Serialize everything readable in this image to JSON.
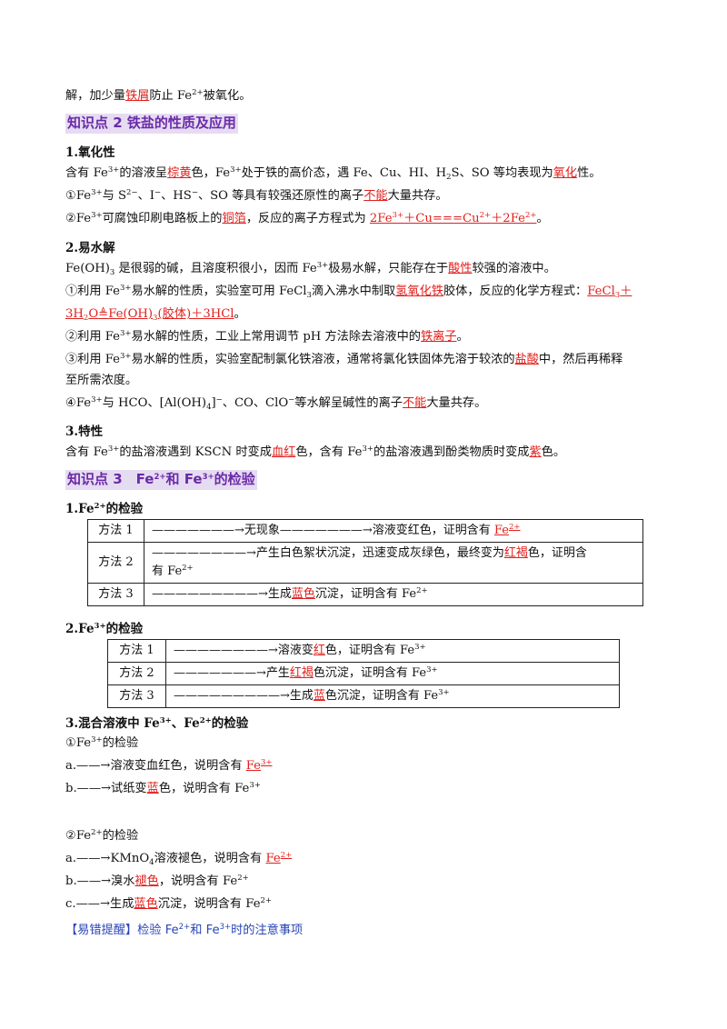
{
  "l_intro": {
    "a": "解，加少量",
    "b": "铁屑",
    "c": "防止 Fe",
    "d": "2+",
    "e": "被氧化。"
  },
  "kp2": {
    "title": "知识点 2 铁盐的性质及应用"
  },
  "s1": {
    "h": "1.氧化性",
    "p1": {
      "a": "含有 Fe",
      "b": "3+",
      "c": "的溶液呈",
      "d": "棕黄",
      "e": "色，Fe",
      "f": "3+",
      "g": "处于铁的高价态，遇 Fe、Cu、HI、H",
      "h": "2",
      "i": "S、SO 等均表现为",
      "j": "氧化",
      "k": "性。"
    },
    "p2": {
      "a": "①Fe",
      "b": "3+",
      "c": "与 S",
      "d": "2−",
      "e": "、I",
      "f": "−",
      "g": "、HS",
      "h": "−",
      "i": "、SO 等具有较强还原性的离子",
      "j": "不能",
      "k": "大量共存。"
    },
    "p3": {
      "a": "②Fe",
      "b": "3+",
      "c": "可腐蚀印刷电路板上的",
      "d": "铜箔",
      "e": "，反应的离子方程式为 ",
      "f1": "2Fe",
      "f2": "3+",
      "f3": "＋Cu===Cu",
      "f4": "2+",
      "f5": "＋2Fe",
      "f6": "2+",
      "g": "。"
    }
  },
  "s2": {
    "h": "2.易水解",
    "p1": {
      "a": "Fe(OH)",
      "b": "3",
      "c": " 是很弱的碱，且溶度积很小，因而 Fe",
      "d": "3+",
      "e": "极易水解，只能存在于",
      "f": "酸性",
      "g": "较强的溶液中。"
    },
    "p2": {
      "a": "①利用 Fe",
      "b": "3+",
      "c": "易水解的性质，实验室可用 FeCl",
      "d": "3",
      "e": "滴入沸水中制取",
      "f": "氢氧化铁",
      "g": "胶体，反应的化学方程式：",
      "h1": "FeCl",
      "h2": "3",
      "h3": "＋"
    },
    "p2b": {
      "a": "3H",
      "b": "2",
      "c": "O",
      "d": "≜",
      "e": "Fe(OH)",
      "f": "3",
      "g": "(胶体)＋3HCl",
      "h": "。"
    },
    "p3": {
      "a": "②利用 Fe",
      "b": "3+",
      "c": "易水解的性质，工业上常用调节 pH 方法除去溶液中的",
      "d": "铁离子",
      "e": "。"
    },
    "p4": {
      "a": "③利用 Fe",
      "b": "3+",
      "c": "易水解的性质，实验室配制氯化铁溶液，通常将氯化铁固体先溶于较浓的",
      "d": "盐酸",
      "e": "中，然后再稀释"
    },
    "p4b": "至所需浓度。",
    "p5": {
      "a": "④Fe",
      "b": "3+",
      "c": "与 HCO、[Al(OH)",
      "d": "4",
      "e": "]",
      "f": "−",
      "g": "、CO、ClO",
      "h": "−",
      "i": "等水解呈碱性的离子",
      "j": "不能",
      "k": "大量共存。"
    }
  },
  "s3": {
    "h": "3.特性",
    "p1": {
      "a": "含有 Fe",
      "b": "3+",
      "c": "的盐溶液遇到 KSCN 时变成",
      "d": "血红",
      "e": "色，含有 Fe",
      "f": "3+",
      "g": "的盐溶液遇到酚类物质时变成",
      "h": "紫",
      "i": "色。"
    }
  },
  "kp3": {
    "a": "知识点 3　Fe",
    "b": "2+",
    "c": "和 Fe",
    "d": "3+",
    "e": "的检验"
  },
  "t1": {
    "h_a": "1.Fe",
    "h_b": "2+",
    "h_c": "的检验",
    "r1": {
      "k": "方法 1",
      "a": "———————→无现象———————→溶液变红色，证明含有 ",
      "b": "Fe",
      "c": "2+"
    },
    "r2": {
      "k": "方法 2",
      "a": "————————→产生白色絮状沉淀，迅速变成灰绿色，最终变为",
      "b": "红褐",
      "c": "色，证明含",
      "d": "有 Fe",
      "e": "2+"
    },
    "r3": {
      "k": "方法 3",
      "a": "—————————→生成",
      "b": "蓝色",
      "c": "沉淀，证明含有 Fe",
      "d": "2+"
    }
  },
  "t2": {
    "h_a": "2.Fe",
    "h_b": "3+",
    "h_c": "的检验",
    "r1": {
      "k": "方法 1",
      "a": "————————→溶液变",
      "b": "红",
      "c": "色，证明含有 Fe",
      "d": "3+"
    },
    "r2": {
      "k": "方法 2",
      "a": "———————→产生",
      "b": "红褐",
      "c": "色沉淀，证明含有 Fe",
      "d": "3+"
    },
    "r3": {
      "k": "方法 3",
      "a": "—————————→生成",
      "b": "蓝",
      "c": "色沉淀，证明含有 Fe",
      "d": "3+"
    }
  },
  "mix": {
    "h": {
      "a": "3.混合溶液中 Fe",
      "b": "3+",
      "c": "、Fe",
      "d": "2+",
      "e": "的检验"
    },
    "f3": {
      "a": "①Fe",
      "b": "3+",
      "c": "的检验"
    },
    "f3a": {
      "a": "a.——→溶液变血红色，说明含有 ",
      "b": "Fe",
      "c": "3+"
    },
    "f3b": {
      "a": "b.——→试纸变",
      "b": "蓝",
      "c": "色，说明含有 Fe",
      "d": "3+"
    },
    "f2": {
      "a": "②Fe",
      "b": "2+",
      "c": "的检验"
    },
    "f2a": {
      "a": "a.——→KMnO",
      "b": "4",
      "c": "溶液褪色，说明含有 ",
      "d": "Fe",
      "e": "2+"
    },
    "f2b": {
      "a": "b.——→溴水",
      "b": "褪色",
      "c": "，说明含有 Fe",
      "d": "2+"
    },
    "f2c": {
      "a": "c.——→生成",
      "b": "蓝色",
      "c": "沉淀，说明含有 Fe",
      "d": "2+"
    }
  },
  "tip": {
    "a": "【易错提醒】检验 Fe",
    "b": "2+",
    "c": "和 Fe",
    "d": "3+",
    "e": "时的注意事项"
  },
  "colors": {
    "accent_red": "#e0201c",
    "heading_purple": "#6a2aa8",
    "tip_blue": "#2a46b8"
  }
}
